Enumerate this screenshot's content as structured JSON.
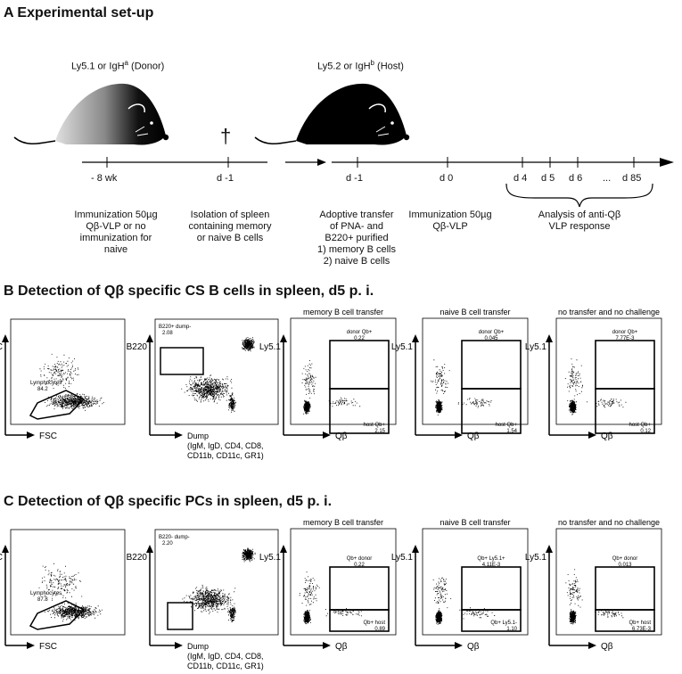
{
  "sectionA": {
    "title": "A  Experimental set-up",
    "donor_label": "Ly5.1 or IgH",
    "donor_sup": "a",
    "donor_suffix": " (Donor)",
    "host_label": "Ly5.2 or IgH",
    "host_sup": "b",
    "host_suffix": " (Host)",
    "dagger": "†",
    "ticks_left": [
      "- 8 wk",
      "d -1"
    ],
    "ticks_right": [
      "d -1",
      "d 0",
      "d 4",
      "d 5",
      "d 6",
      "...",
      "d 85"
    ],
    "descriptions": [
      "Immunization 50µg\nQβ-VLP or no\nimmunization for\nnaive",
      "Isolation of spleen\ncontaining memory\nor naive B cells",
      "Adoptive transfer\nof PNA- and\nB220+ purified\n1) memory B cells\n2) naive B cells",
      "Immunization 50µg\nQβ-VLP",
      "Analysis of anti-Qβ\nVLP response"
    ]
  },
  "sectionB": {
    "title": "B  Detection of Qβ specific CS B cells in spleen, d5 p. i.",
    "panel1": {
      "ylabel": "SSC",
      "xlabel": "FSC",
      "gate_name": "Lymphocytes",
      "gate_value": "84.2"
    },
    "panel2": {
      "ylabel": "B220",
      "xlabel": "Dump\n(IgM, IgD, CD4, CD8,\nCD11b, CD11c, GR1)",
      "gate_name": "B220+ dump-",
      "gate_value": "2.08"
    },
    "panel3": {
      "header": "memory B cell transfer",
      "ylabel": "Ly5.1",
      "xlabel": "Qβ",
      "top_name": "donor Qb+",
      "top_value": "0.22",
      "bottom_name": "host Qb+",
      "bottom_value": "2.15"
    },
    "panel4": {
      "header": "naive B cell transfer",
      "ylabel": "Ly5.1",
      "xlabel": "Qβ",
      "top_name": "donor Qb+",
      "top_value": "0.045",
      "bottom_name": "host Qb+",
      "bottom_value": "1.54"
    },
    "panel5": {
      "header": "no transfer and no challenge",
      "ylabel": "Ly5.1",
      "xlabel": "Qβ",
      "top_name": "donor Qb+",
      "top_value": "7.77E-3",
      "bottom_name": "host Qb+",
      "bottom_value": "0.12"
    }
  },
  "sectionC": {
    "title": "C  Detection of Qβ specific PCs in spleen, d5 p. i.",
    "panel1": {
      "ylabel": "SSC",
      "xlabel": "FSC",
      "gate_name": "Lymphocytes",
      "gate_value": "87.8"
    },
    "panel2": {
      "ylabel": "B220",
      "xlabel": "Dump\n(IgM, IgD, CD4, CD8,\nCD11b, CD11c, GR1)",
      "gate_name": "B220- dump-",
      "gate_value": "2.20"
    },
    "panel3": {
      "header": "memory B cell transfer",
      "ylabel": "Ly5.1",
      "xlabel": "Qβ",
      "top_name": "Qb+ donor",
      "top_value": "0.22",
      "bottom_name": "Qb+ host",
      "bottom_value": "0.89"
    },
    "panel4": {
      "header": "naive B cell transfer",
      "ylabel": "Ly5.1",
      "xlabel": "Qβ",
      "top_name": "Qb+ Ly5.1+",
      "top_value": "4.11E-3",
      "bottom_name": "Qb+ Ly5.1-",
      "bottom_value": "1.10"
    },
    "panel5": {
      "header": "no transfer and no challenge",
      "ylabel": "Ly5.1",
      "xlabel": "Qβ",
      "top_name": "Qb+ donor",
      "top_value": "0.013",
      "bottom_name": "Qb+ host",
      "bottom_value": "6.73E-3"
    }
  }
}
